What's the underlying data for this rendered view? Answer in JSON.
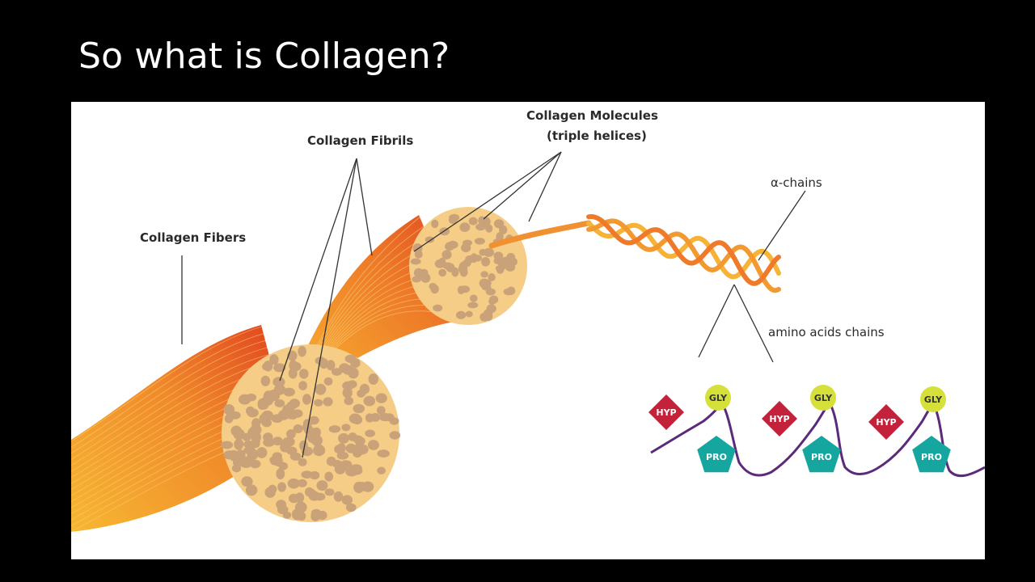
{
  "slide": {
    "title": "So what is Collagen?"
  },
  "diagram": {
    "labels": {
      "fibers": "Collagen Fibers",
      "fibrils": "Collagen Fibrils",
      "molecules_line1": "Collagen Molecules",
      "molecules_line2": "(triple helices)",
      "alpha_chains": "α-chains",
      "amino_acids": "amino acids chains"
    },
    "amino_acids": {
      "hyp": "HYP",
      "gly": "GLY",
      "pro": "PRO"
    },
    "colors": {
      "background": "#000000",
      "panel": "#ffffff",
      "fiber_orange": "#f07a2a",
      "fiber_yellow": "#f7b733",
      "fiber_red": "#e04020",
      "cross_section": "#f5cd86",
      "fibril_dots": "#c9a27a",
      "hyp": "#c4213a",
      "gly": "#d6e03a",
      "pro": "#15a6a0",
      "chain": "#5b2a7a"
    }
  }
}
